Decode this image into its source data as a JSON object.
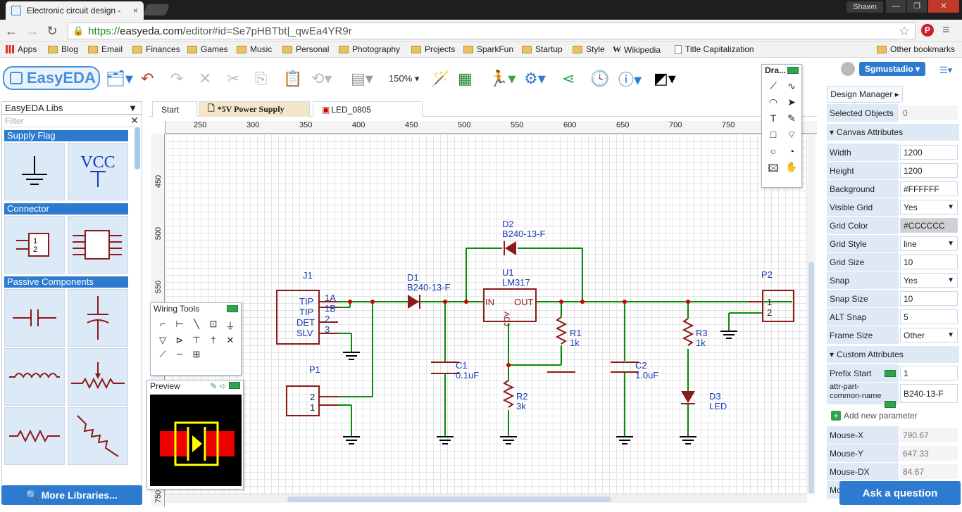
{
  "browser": {
    "tab_title": "Electronic circuit design -",
    "tab_close": "×",
    "profile": "Shawn",
    "url_protocol": "https://",
    "url_host": "easyeda.com",
    "url_path": "/editor#id=Se7pHBTbt|_qwEa4YR9r",
    "bookmarks": [
      "Apps",
      "Blog",
      "Email",
      "Finances",
      "Games",
      "Music",
      "Personal",
      "Photography",
      "Projects",
      "SparkFun",
      "Startup",
      "Style",
      "Wikipedia",
      "Title Capitalization"
    ],
    "other_bookmarks": "Other bookmarks"
  },
  "toolbar": {
    "logo": "EasyEDA",
    "zoom": "150%"
  },
  "library": {
    "selector": "EasyEDA Libs",
    "filter_placeholder": "Filter",
    "categories": [
      "Supply Flag",
      "Connector",
      "Passive Components"
    ],
    "more_button": "More Libraries..."
  },
  "doc_tabs": [
    "Start",
    "*5V Power Supply",
    "LED_0805"
  ],
  "ruler": {
    "h": [
      "250",
      "300",
      "350",
      "400",
      "450",
      "500",
      "550",
      "600",
      "650",
      "700",
      "750"
    ],
    "v": [
      "450",
      "500",
      "550",
      "750"
    ]
  },
  "panels": {
    "wiring_title": "Wiring Tools",
    "preview_title": "Preview",
    "drawing_title": "Dra..."
  },
  "schematic": {
    "J1": "J1",
    "J1_pins": [
      "TIP",
      "TIP",
      "DET",
      "SLV"
    ],
    "J1_nums": [
      "1A",
      "1B",
      "2",
      "3"
    ],
    "P1": "P1",
    "P1_pins": [
      "2",
      "1"
    ],
    "P2": "P2",
    "P2_pins": [
      "1",
      "2"
    ],
    "D1": "D1",
    "D1_val": "B240-13-F",
    "D2": "D2",
    "D2_val": "B240-13-F",
    "U1": "U1",
    "U1_val": "LM317",
    "U1_in": "IN",
    "U1_out": "OUT",
    "U1_adj": "ADJ",
    "C1": "C1",
    "C1_val": "0.1uF",
    "C2": "C2",
    "C2_val": "1.0uF",
    "R1": "R1",
    "R1_val": "1k",
    "R2": "R2",
    "R2_val": "3k",
    "R3": "R3",
    "R3_val": "1k",
    "D3": "D3",
    "D3_val": "LED",
    "vcc": "VCC"
  },
  "right": {
    "user": "Sgmustadio",
    "design_manager": "Design Manager",
    "selected_label": "Selected Objects",
    "selected_value": "0",
    "canvas_section": "Canvas Attributes",
    "props": [
      {
        "k": "Width",
        "v": "1200"
      },
      {
        "k": "Height",
        "v": "1200"
      },
      {
        "k": "Background",
        "v": "#FFFFFF"
      },
      {
        "k": "Visible Grid",
        "v": "Yes"
      },
      {
        "k": "Grid Color",
        "v": "#CCCCCC"
      },
      {
        "k": "Grid Style",
        "v": "line"
      },
      {
        "k": "Grid Size",
        "v": "10"
      },
      {
        "k": "Snap",
        "v": "Yes"
      },
      {
        "k": "Snap Size",
        "v": "10"
      },
      {
        "k": "ALT Snap",
        "v": "5"
      },
      {
        "k": "Frame Size",
        "v": "Other"
      }
    ],
    "custom_section": "Custom Attributes",
    "prefix_label": "Prefix Start",
    "prefix_value": "1",
    "attr_label": "attr-part-common-name",
    "attr_value": "B240-13-F",
    "add_param": "Add new parameter",
    "mouse": [
      {
        "k": "Mouse-X",
        "v": "790.67"
      },
      {
        "k": "Mouse-Y",
        "v": "647.33"
      },
      {
        "k": "Mouse-DX",
        "v": "84.67"
      },
      {
        "k": "Mo",
        "v": ""
      }
    ],
    "ask": "Ask a question"
  }
}
